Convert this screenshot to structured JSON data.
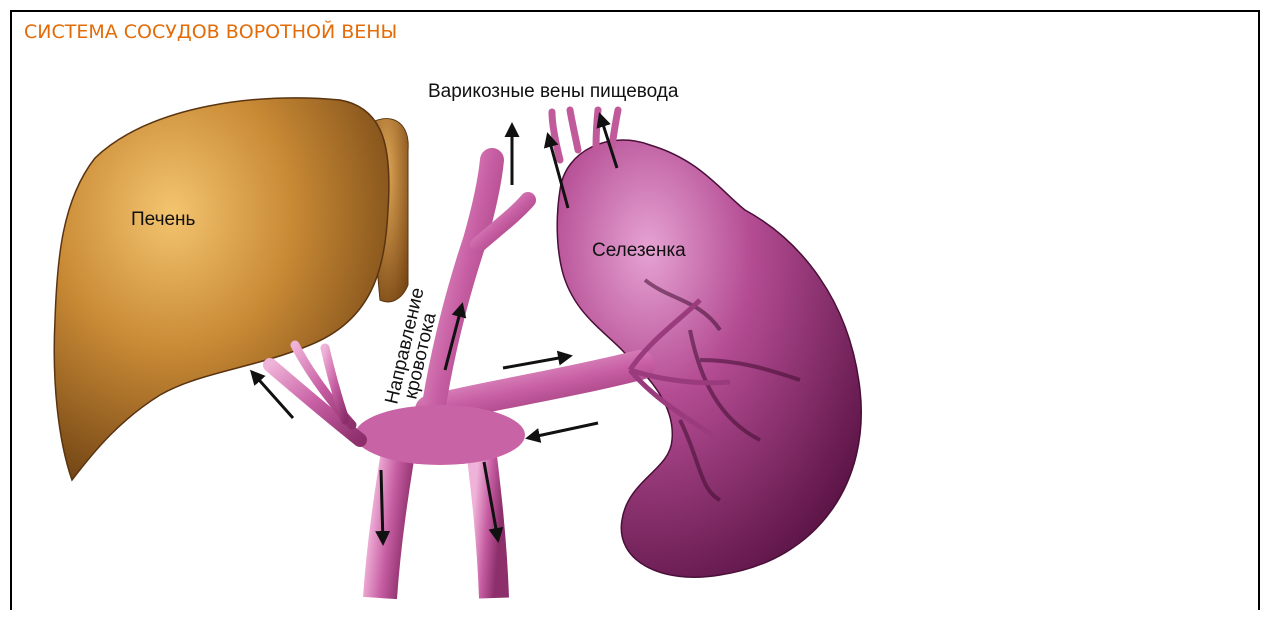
{
  "page": {
    "title": "СИСТЕМА СОСУДОВ ВОРОТНОЙ ВЕНЫ",
    "title_color": "#e36c09"
  },
  "figure": {
    "labels": {
      "liver": "Печень",
      "spleen": "Селезенка",
      "varices": "Варикозные вены пищевода",
      "flow_line1": "Направление",
      "flow_line2": "кровотока"
    },
    "colors": {
      "liver": "#b8782a",
      "spleen": "#a83a86",
      "veins": "#cf6fae",
      "arrows": "#111111"
    },
    "icons": [
      "liver-icon",
      "spleen-icon",
      "portal-vein-icon",
      "flow-arrow-icon"
    ]
  }
}
